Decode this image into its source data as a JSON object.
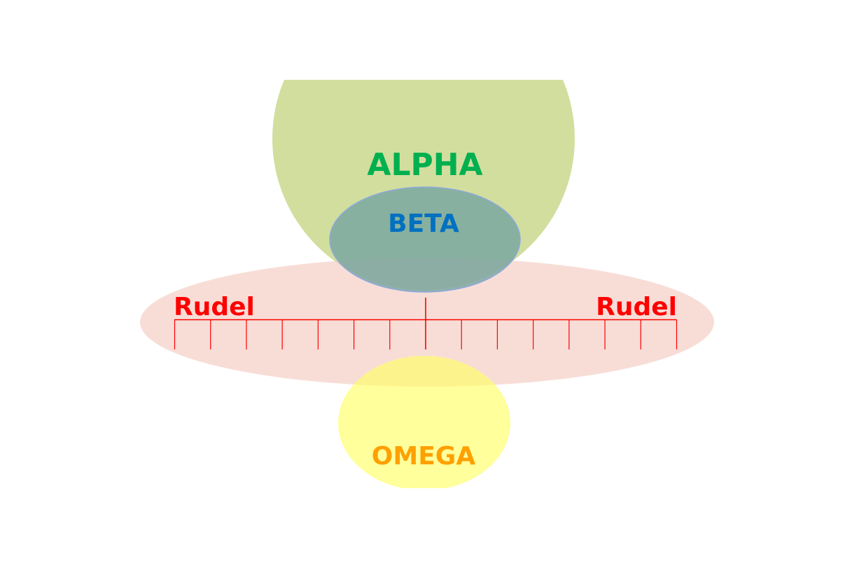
{
  "diagram": {
    "shapes": {
      "alpha": {
        "label": "ALPHA",
        "fill_color": "#c3d37d",
        "fill_opacity": 0.75,
        "text_color": "#00b050"
      },
      "beta": {
        "label": "BETA",
        "fill_color": "#72a3a0",
        "fill_opacity": 0.78,
        "stroke_color": "#8faadc",
        "text_color": "#0070c0"
      },
      "rudel_band": {
        "fill_color": "#f4c7bd",
        "fill_opacity": 0.6
      },
      "omega": {
        "label": "OMEGA",
        "fill_color": "#ffff66",
        "fill_opacity": 0.65,
        "text_color": "#ffa000"
      }
    },
    "ruler": {
      "left_label": "Rudel",
      "right_label": "Rudel",
      "color": "#ff0000",
      "tick_count": 15,
      "center_tick_index": 7
    }
  }
}
